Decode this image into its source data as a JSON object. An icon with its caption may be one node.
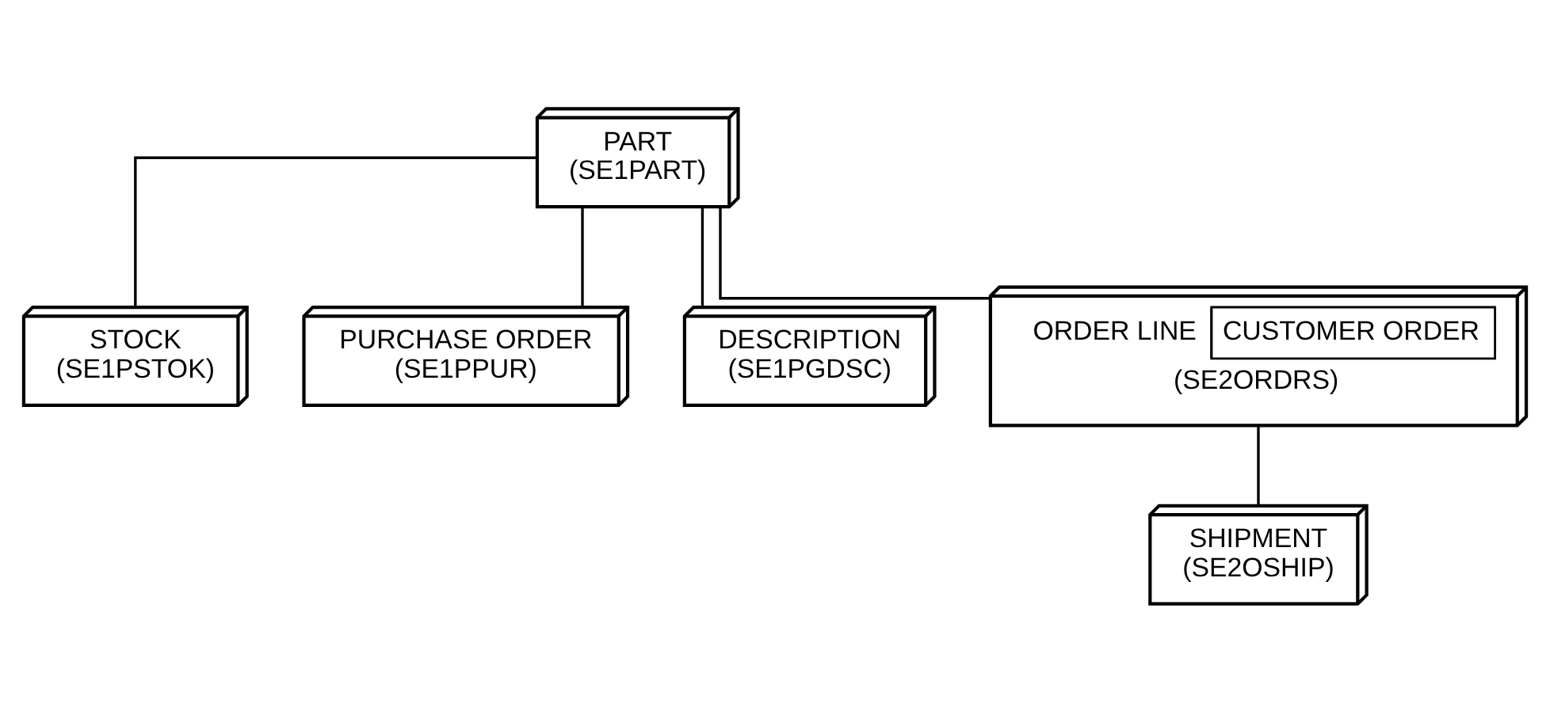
{
  "diagram": {
    "nodes": [
      {
        "text": [
          "PART",
          "(SE1PART)"
        ]
      },
      {
        "text": [
          "STOCK",
          "(SE1PSTOK)"
        ]
      },
      {
        "text": [
          "PURCHASE ORDER",
          "(SE1PPUR)"
        ]
      },
      {
        "text": [
          "DESCRIPTION",
          "(SE1PGDSC)"
        ]
      },
      {
        "text": [
          "ORDER LINE",
          "CUSTOMER ORDER",
          "(SE2ORDRS)"
        ]
      },
      {
        "text": [
          "SHIPMENT",
          "(SE2OSHIP)"
        ]
      }
    ],
    "edges": [
      {
        "from": 0,
        "to": 1,
        "arrow": "none"
      },
      {
        "from": 0,
        "to": 2,
        "arrow": "none"
      },
      {
        "from": 0,
        "to": 3,
        "arrow": "none"
      },
      {
        "from": 0,
        "to": 4,
        "arrow": "none"
      },
      {
        "from": 4,
        "to": 5,
        "arrow": "none"
      }
    ]
  }
}
